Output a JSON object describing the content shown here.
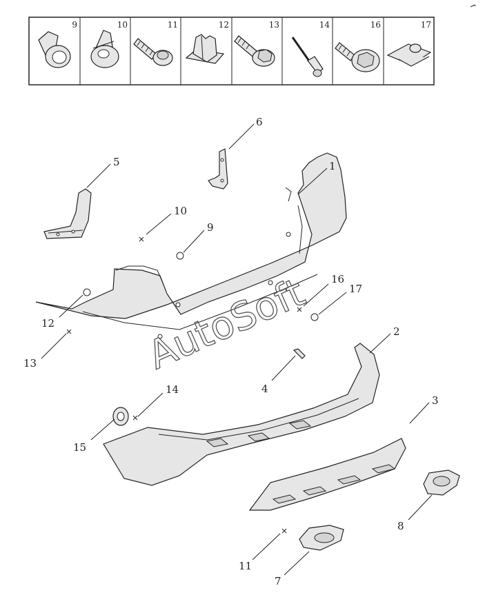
{
  "fastener_strip": {
    "cells": [
      {
        "num": "9",
        "icon": "push-clip-icon"
      },
      {
        "num": "10",
        "icon": "expansion-rivet-icon"
      },
      {
        "num": "11",
        "icon": "tapping-screw-icon"
      },
      {
        "num": "12",
        "icon": "clip-nut-icon"
      },
      {
        "num": "13",
        "icon": "flange-screw-icon"
      },
      {
        "num": "14",
        "icon": "blind-rivet-icon"
      },
      {
        "num": "16",
        "icon": "washer-screw-icon"
      },
      {
        "num": "17",
        "icon": "speed-nut-icon"
      }
    ]
  },
  "callouts": {
    "c1": "1",
    "c2": "2",
    "c3": "3",
    "c4": "4",
    "c5": "5",
    "c6": "6",
    "c7": "7",
    "c8": "8",
    "c9": "9",
    "c10": "10",
    "c11": "11",
    "c12": "12",
    "c13": "13",
    "c14": "14",
    "c15": "15",
    "c16": "16",
    "c17": "17"
  },
  "watermark": "AutoSoft"
}
